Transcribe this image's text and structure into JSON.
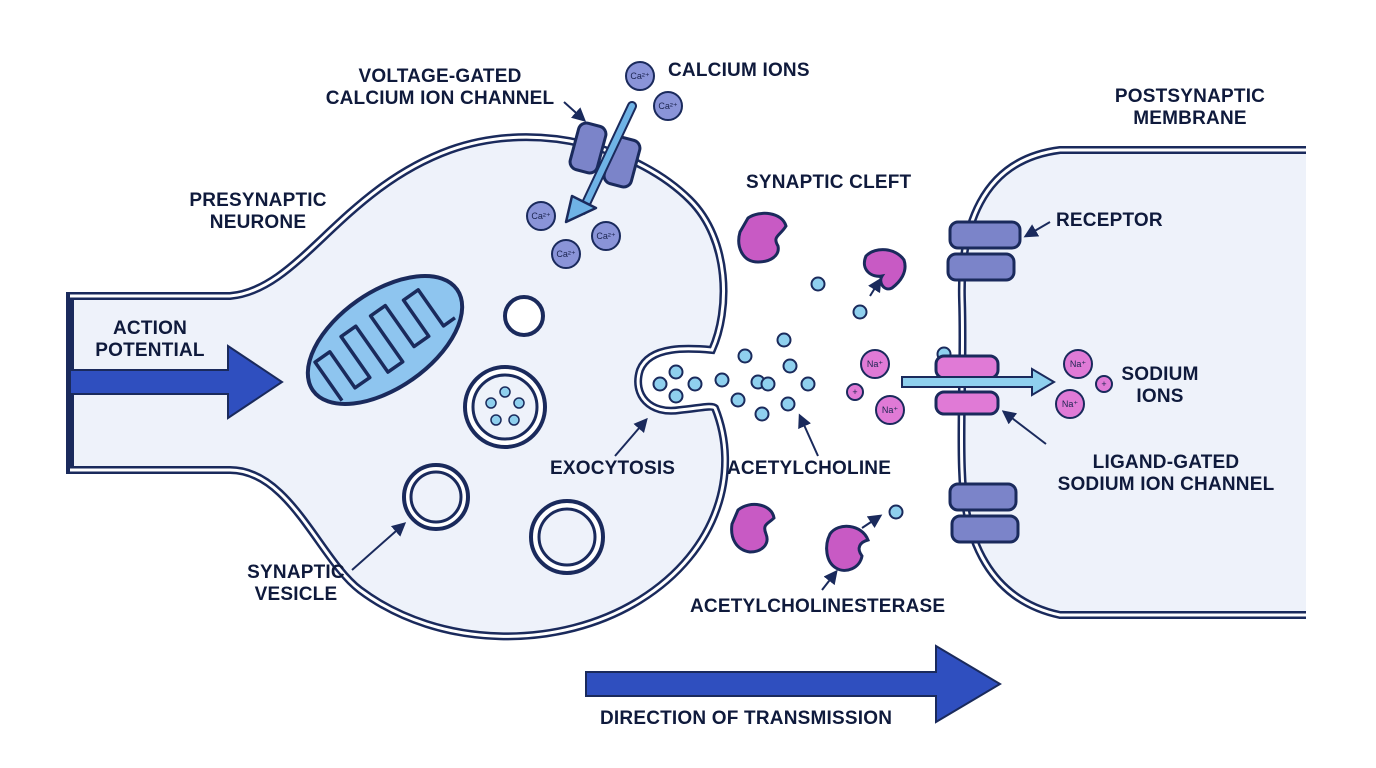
{
  "labels": {
    "presynaptic_neurone": [
      "PRESYNAPTIC",
      "NEURONE"
    ],
    "voltage_gated_channel": [
      "VOLTAGE-GATED",
      "CALCIUM ION CHANNEL"
    ],
    "calcium_ions": "CALCIUM IONS",
    "synaptic_cleft": "SYNAPTIC CLEFT",
    "postsynaptic_membrane": [
      "POSTSYNAPTIC",
      "MEMBRANE"
    ],
    "receptor": "RECEPTOR",
    "action_potential": [
      "ACTION",
      "POTENTIAL"
    ],
    "sodium_ions": [
      "SODIUM",
      "IONS"
    ],
    "exocytosis": "EXOCYTOSIS",
    "acetylcholine": "ACETYLCHOLINE",
    "ligand_gated_channel": [
      "LIGAND-GATED",
      "SODIUM ION CHANNEL"
    ],
    "synaptic_vesicle": [
      "SYNAPTIC",
      "VESICLE"
    ],
    "acetylcholinesterase": "ACETYLCHOLINESTERASE",
    "direction_of_transmission": "DIRECTION OF TRANSMISSION"
  },
  "ions": {
    "calcium": "Ca²⁺",
    "sodium": "Na⁺",
    "plus": "+"
  },
  "colors": {
    "outline": "#1a2a5c",
    "cell_fill": "#eef2fa",
    "arrow_blue": "#2f4fbf",
    "light_arrow": "#6fb3e6",
    "mitochondrion": "#8ec5ef",
    "channel": "#7b84c9",
    "enzyme": "#c85ac4",
    "sodium": "#e07ad6",
    "acetylcholine": "#8fd0ee"
  }
}
